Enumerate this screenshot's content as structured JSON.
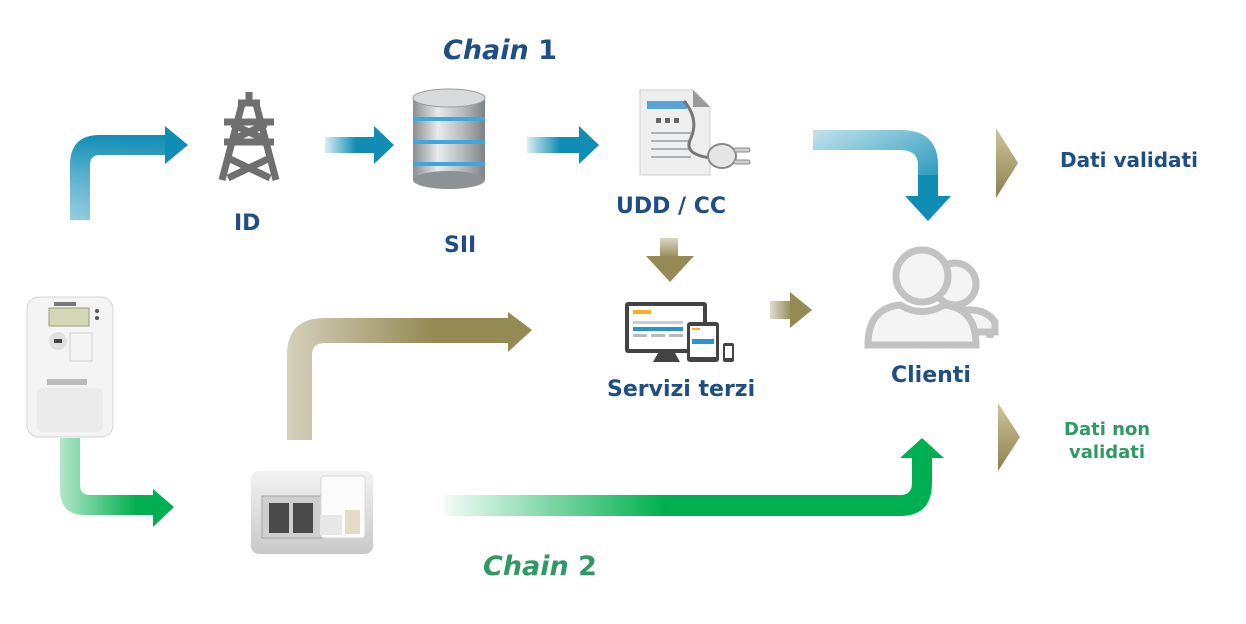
{
  "diagram": {
    "chain1": {
      "label": "Chain",
      "number": "1",
      "color": "#1f4e82"
    },
    "chain2": {
      "label": "Chain",
      "number": "2",
      "color": "#2e9963"
    },
    "nodes": {
      "meter": {
        "label": "",
        "icon": "smart-meter-icon"
      },
      "id": {
        "label": "ID",
        "icon": "power-pylon-icon"
      },
      "sii": {
        "label": "SII",
        "icon": "database-icon"
      },
      "udd": {
        "label": "UDD / CC",
        "icon": "document-plug-icon"
      },
      "servizi": {
        "label": "Servizi terzi",
        "icon": "devices-icon"
      },
      "clienti": {
        "label": "Clienti",
        "icon": "users-icon"
      },
      "device": {
        "label": "",
        "icon": "wall-socket-device-icon"
      }
    },
    "legend": {
      "validated": {
        "label": "Dati validati",
        "color": "#1f4e82"
      },
      "non_validated": {
        "label_line1": "Dati non",
        "label_line2": "validati",
        "color": "#2e9963"
      }
    },
    "colors": {
      "blue_arrow": "#0f8db5",
      "green_arrow": "#00b050",
      "olive_arrow": "#948a54",
      "label_blue": "#1f4e82"
    }
  }
}
